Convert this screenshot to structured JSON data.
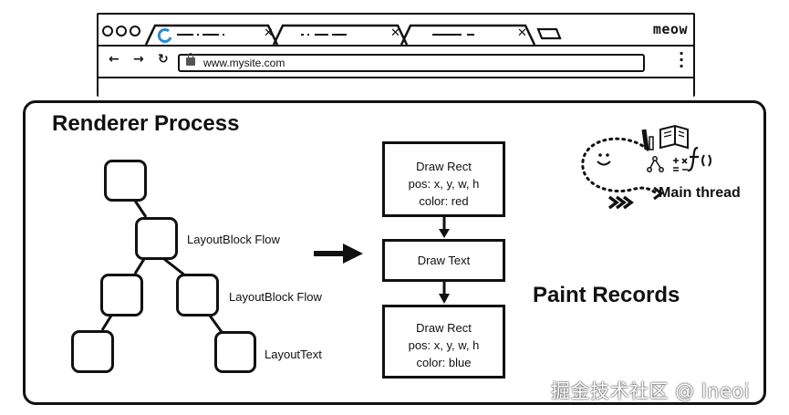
{
  "browser": {
    "brand": "meow",
    "address": "www.mysite.com",
    "nav": {
      "back": "←",
      "forward": "→",
      "reload": "↻"
    }
  },
  "panel": {
    "title": "Renderer Process"
  },
  "layout_tree": {
    "labels": [
      "LayoutBlock Flow",
      "LayoutBlock Flow",
      "LayoutText"
    ]
  },
  "paint_records": {
    "label": "Paint Records",
    "records": [
      {
        "lines": [
          "Draw Rect",
          "pos: x, y, w, h",
          "color: red"
        ]
      },
      {
        "lines": [
          "Draw Text"
        ]
      },
      {
        "lines": [
          "Draw Rect",
          "pos: x, y, w, h",
          "color: blue"
        ]
      }
    ]
  },
  "main_thread": {
    "label": "Main thread"
  },
  "watermark": "掘金技术社区 @ lneoi"
}
